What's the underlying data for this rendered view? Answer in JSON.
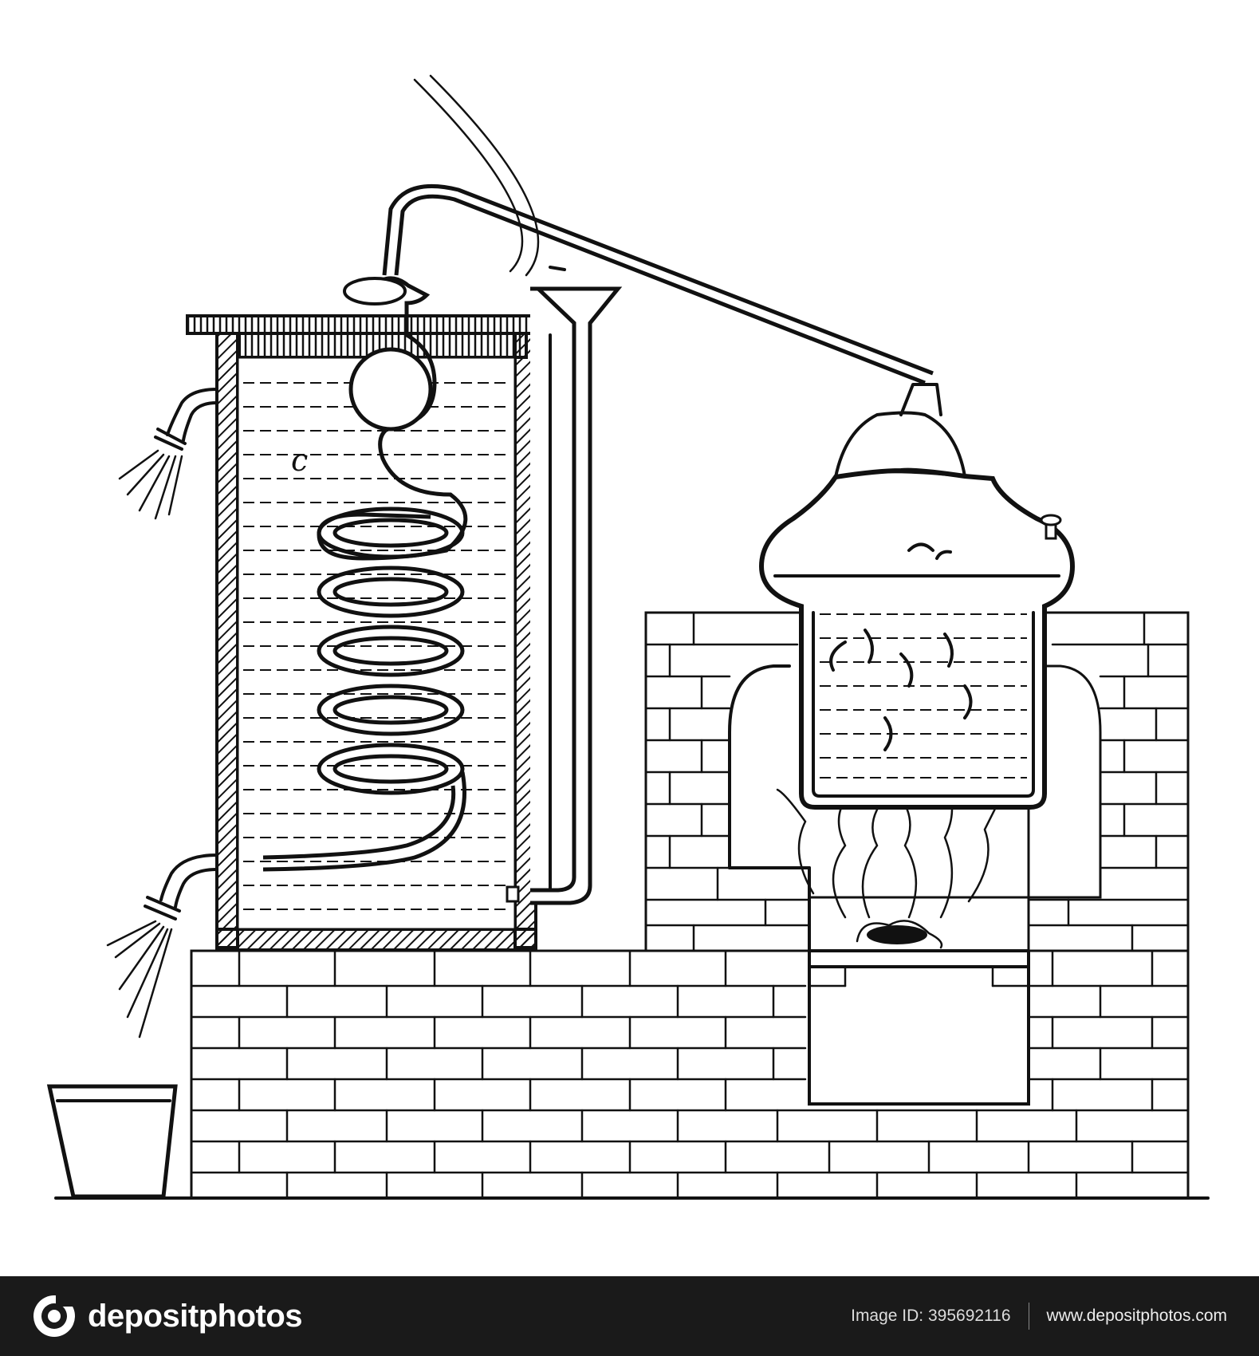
{
  "figure": {
    "labels": {
      "condenser_label": "c"
    }
  },
  "footer": {
    "brand": "depositphotos",
    "image_id": "Image ID: 395692116",
    "url": "www.depositphotos.com"
  },
  "colors": {
    "ink": "#111111",
    "paper": "#ffffff",
    "footer_bg": "#1a1a1a"
  },
  "icons": {
    "brand_logo": "depositphotos-logo-icon"
  }
}
